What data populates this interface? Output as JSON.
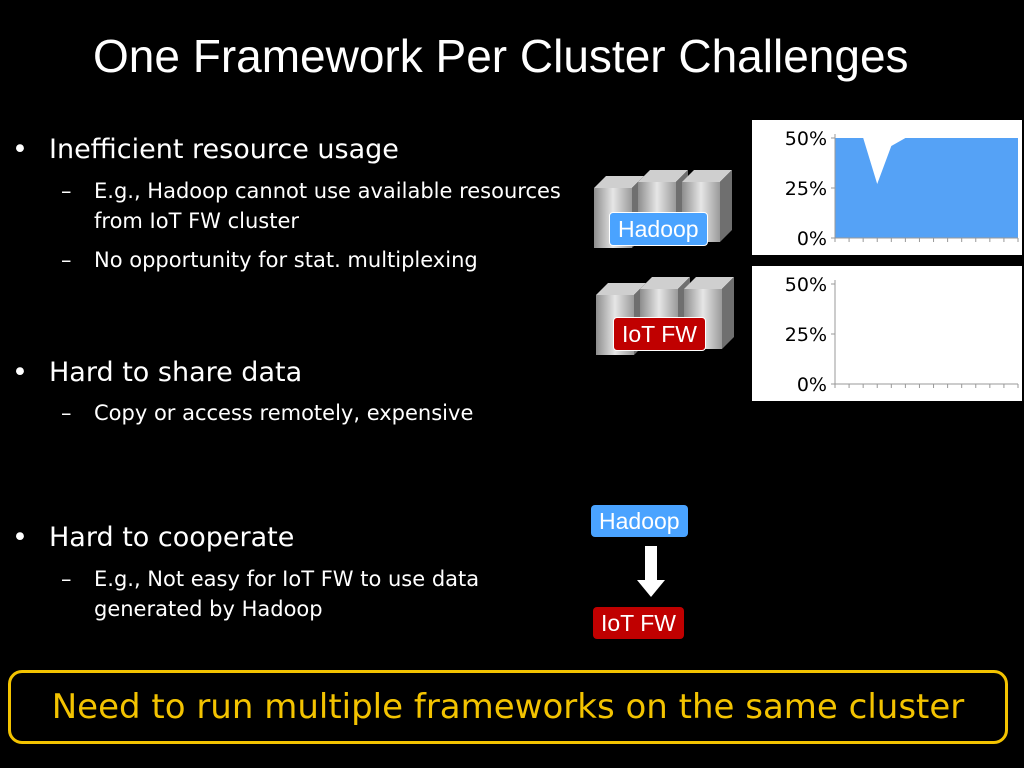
{
  "slide": {
    "title": "One Framework Per Cluster Challenges",
    "bullets": [
      {
        "text": "Inefficient resource usage",
        "subs": [
          "E.g., Hadoop cannot use available resources from IoT FW cluster",
          "No opportunity for stat. multiplexing"
        ]
      },
      {
        "text": "Hard to share data",
        "subs": [
          "Copy or access remotely, expensive"
        ]
      },
      {
        "text": "Hard to cooperate",
        "subs": [
          "E.g., Not easy for IoT FW to use data generated by Hadoop"
        ]
      }
    ],
    "bullet_symbol": "•",
    "dash_symbol": "–",
    "tags": {
      "hadoop_cluster": "Hadoop",
      "iot_cluster": "IoT FW",
      "flow_source": "Hadoop",
      "flow_target": "IoT FW"
    },
    "banner": "Need to run multiple frameworks on the same cluster",
    "colors": {
      "hadoop_tag": "#4aa3ff",
      "iot_tag": "#c00000",
      "banner": "#f3c300",
      "area_fill": "#55a2f6"
    }
  },
  "chart_data": [
    {
      "type": "area",
      "y_tick_labels": [
        "50%",
        "25%",
        "0%"
      ],
      "ylim": [
        0,
        50
      ],
      "x": [
        0,
        1,
        2,
        3,
        4,
        5,
        6,
        7,
        8,
        9,
        10,
        11,
        12,
        13
      ],
      "values": [
        50,
        50,
        50,
        27,
        46,
        50,
        50,
        50,
        50,
        50,
        50,
        50,
        50,
        50
      ],
      "grid": false
    },
    {
      "type": "area",
      "y_tick_labels": [
        "50%",
        "25%",
        "0%"
      ],
      "ylim": [
        0,
        50
      ],
      "x": [
        0,
        1,
        2,
        3,
        4,
        5,
        6,
        7,
        8,
        9,
        10,
        11,
        12,
        13
      ],
      "values": [
        0,
        0,
        0,
        0,
        0,
        0,
        0,
        0,
        0,
        0,
        0,
        0,
        0,
        0
      ],
      "grid": false
    }
  ]
}
